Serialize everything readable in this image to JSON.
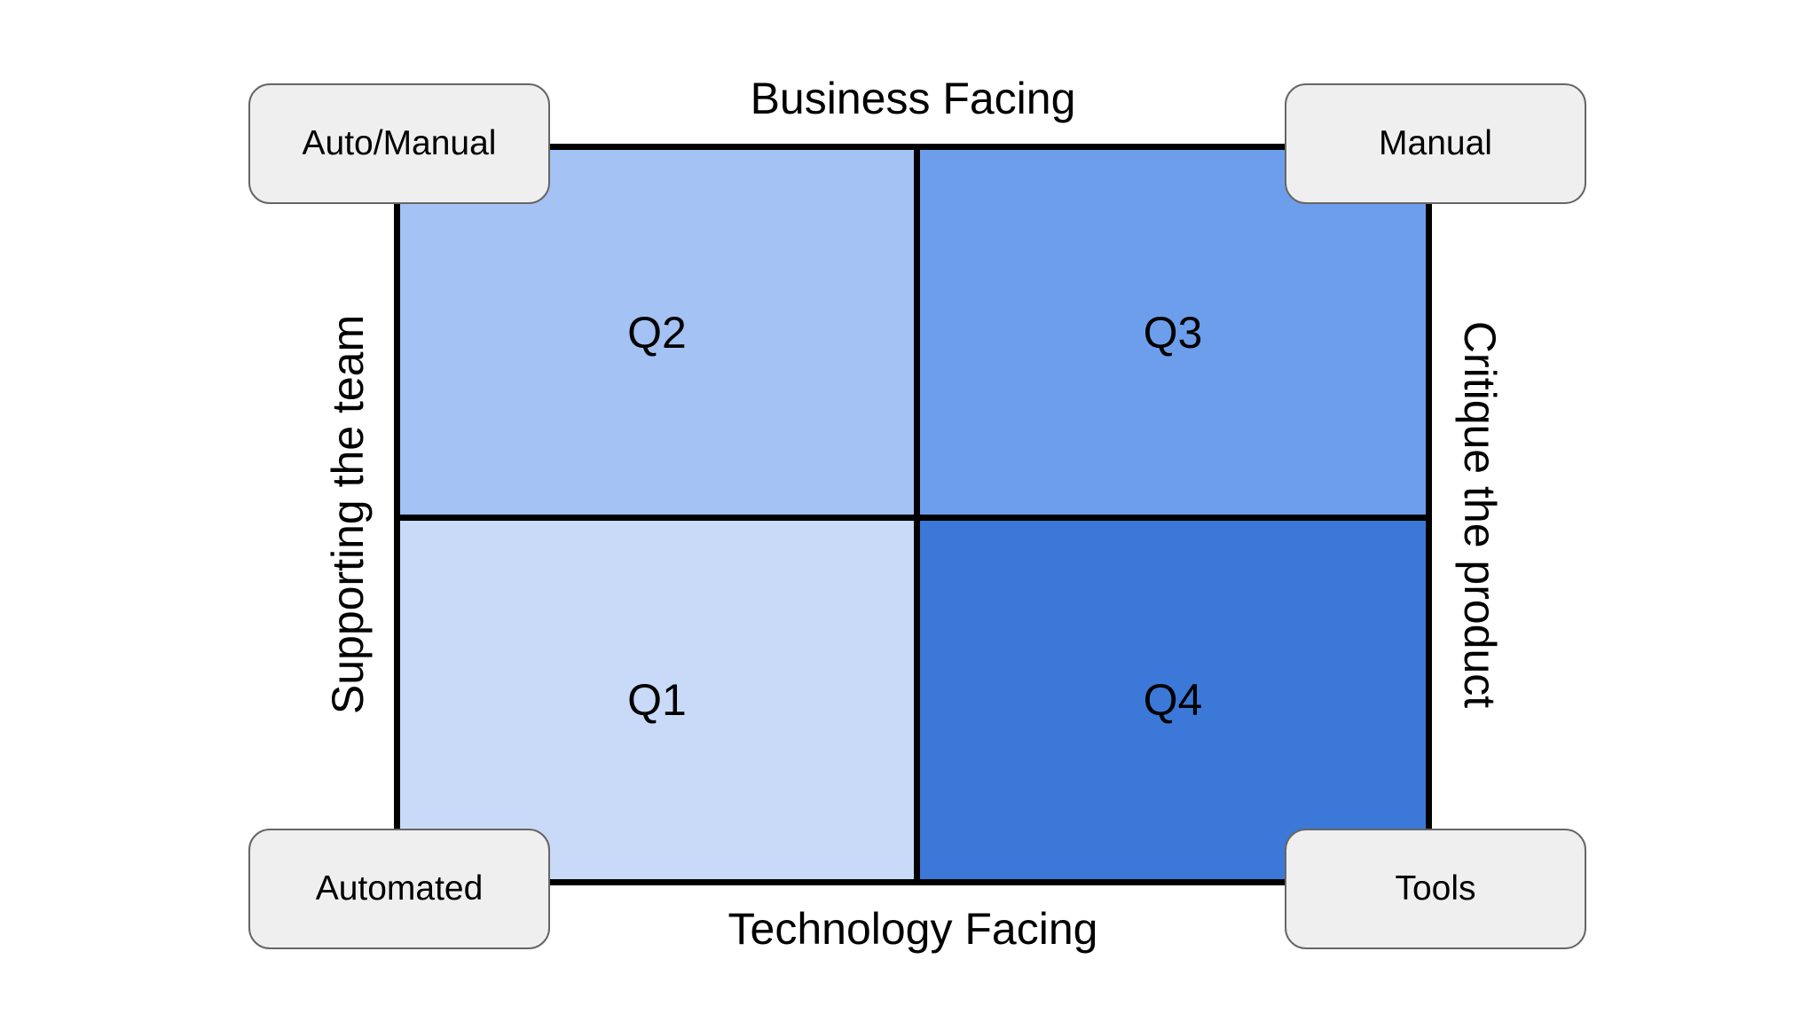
{
  "axes": {
    "top": "Business Facing",
    "bottom": "Technology Facing",
    "left": "Supporting the team",
    "right": "Critique the product"
  },
  "quadrants": {
    "q2": {
      "label": "Q2",
      "color": "#a4c2f4"
    },
    "q3": {
      "label": "Q3",
      "color": "#6d9eeb"
    },
    "q1": {
      "label": "Q1",
      "color": "#c9daf8"
    },
    "q4": {
      "label": "Q4",
      "color": "#3c78d8"
    }
  },
  "corners": {
    "top_left": "Auto/Manual",
    "top_right": "Manual",
    "bottom_left": "Automated",
    "bottom_right": "Tools"
  }
}
